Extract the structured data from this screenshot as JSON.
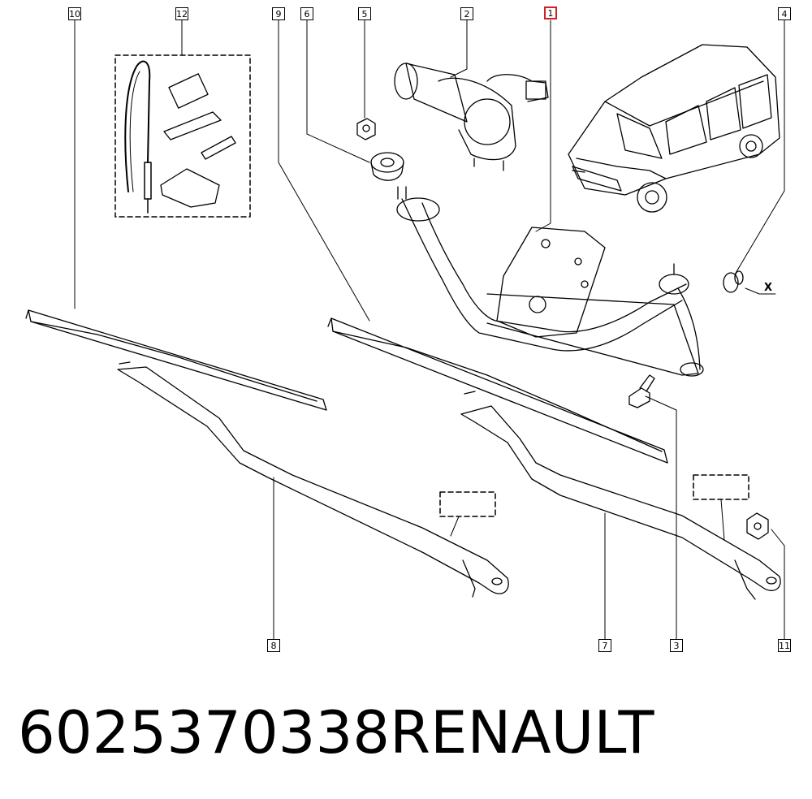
{
  "callouts": {
    "c1": "1",
    "c2": "2",
    "c3": "3",
    "c4": "4",
    "c5": "5",
    "c6": "6",
    "c7": "7",
    "c8": "8",
    "c9": "9",
    "c10": "10",
    "c11": "11",
    "c12": "12"
  },
  "x_marker": "X",
  "footer": {
    "part_number": "6025370338",
    "brand": "RENAULT"
  },
  "colors": {
    "line": "#000000",
    "highlight": "#d11f2a",
    "background": "#ffffff"
  }
}
